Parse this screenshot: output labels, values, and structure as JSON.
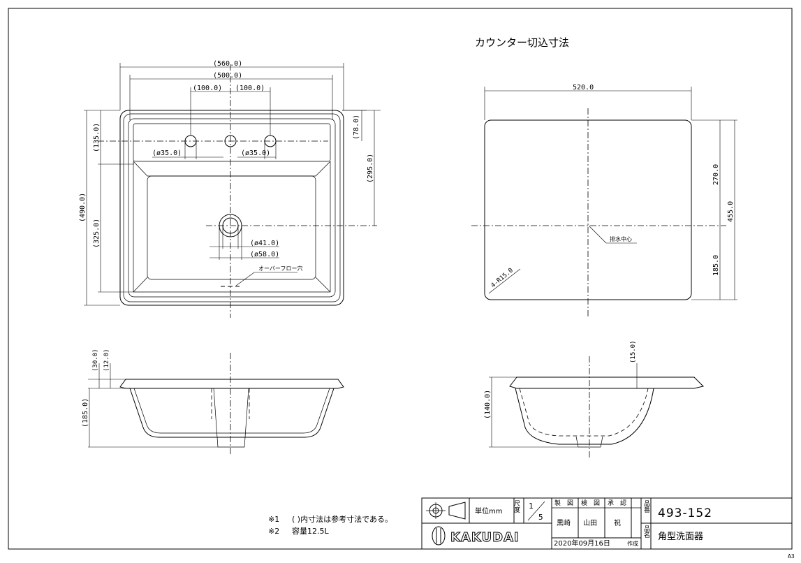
{
  "sheet": {
    "size": "A3"
  },
  "top_view": {
    "dims": {
      "overall_width": "(560.0)",
      "inner_width": "(500.0)",
      "hole_pitch_left": "(100.0)",
      "hole_pitch_right": "(100.0)",
      "hole_dia_left": "(ø35.0)",
      "hole_dia_right": "(ø35.0)",
      "hole_offset": "(78.0)",
      "drain_from_top": "(295.0)",
      "hole_from_top": "(135.0)",
      "overall_depth": "(490.0)",
      "drain_to_bottom": "(325.0)",
      "drain_dia_inner": "(ø41.0)",
      "drain_dia_outer": "(ø58.0)"
    },
    "note_overflow": "オーバーフロー穴"
  },
  "counter_cutout": {
    "title": "カウンター切込寸法",
    "width": "520.0",
    "depth": "455.0",
    "front": "270.0",
    "back": "185.0",
    "radius": "4-R15.0",
    "drain_center": "排水中心"
  },
  "section_front": {
    "rim_height": "(30.0)",
    "rim_thickness": "(12.0)",
    "bowl_depth": "(185.0)"
  },
  "section_side": {
    "rim_offset": "(15.0)",
    "bowl_depth": "(140.0)"
  },
  "notes": [
    {
      "mark": "※1",
      "text": "(  )内寸法は参考寸法である。"
    },
    {
      "mark": "※2",
      "text": "容量12.5L"
    }
  ],
  "title_block": {
    "unit_label": "単位mm",
    "scale_label": "尺度",
    "scale_num": "1",
    "scale_den": "5",
    "made_label": "製　図",
    "check_label": "検　図",
    "approve_label": "承　認",
    "made_name": "黒崎",
    "check_name": "山田",
    "approve_name": "祝",
    "date": "2020年09月16日",
    "date_suffix": "作成",
    "part_no_label": "品番",
    "part_no": "493-152",
    "part_name_label": "品名",
    "part_name": "角型洗面器",
    "brand": "KAKUDAI"
  }
}
